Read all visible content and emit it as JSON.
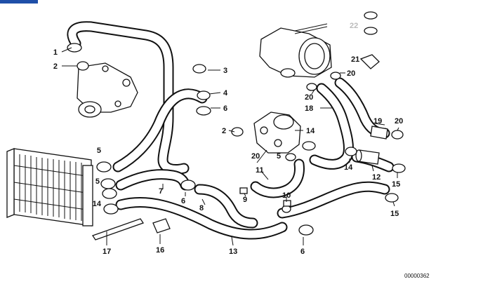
{
  "part_numbers": [
    "1",
    "2",
    "3",
    "4",
    "5",
    "6",
    "7",
    "8",
    "9",
    "10",
    "11",
    "12",
    "13",
    "14",
    "15",
    "16",
    "17",
    "18",
    "19",
    "20",
    "21",
    "22"
  ],
  "callouts": [
    {
      "id": "c1",
      "text": "1"
    },
    {
      "id": "c2a",
      "text": "2"
    },
    {
      "id": "c3",
      "text": "3"
    },
    {
      "id": "c4",
      "text": "4"
    },
    {
      "id": "c6a",
      "text": "6"
    },
    {
      "id": "c2b",
      "text": "2"
    },
    {
      "id": "c14a",
      "text": "14"
    },
    {
      "id": "c20a",
      "text": "20"
    },
    {
      "id": "c5a",
      "text": "5"
    },
    {
      "id": "c5b",
      "text": "5"
    },
    {
      "id": "c5c",
      "text": "5"
    },
    {
      "id": "c14b",
      "text": "14"
    },
    {
      "id": "c7",
      "text": "7"
    },
    {
      "id": "c6b",
      "text": "6"
    },
    {
      "id": "c8",
      "text": "8"
    },
    {
      "id": "c9",
      "text": "9"
    },
    {
      "id": "c11",
      "text": "11"
    },
    {
      "id": "c10",
      "text": "10"
    },
    {
      "id": "c17",
      "text": "17"
    },
    {
      "id": "c16",
      "text": "16"
    },
    {
      "id": "c13",
      "text": "13"
    },
    {
      "id": "c6c",
      "text": "6"
    },
    {
      "id": "c22",
      "text": "22"
    },
    {
      "id": "c21",
      "text": "21"
    },
    {
      "id": "c20b",
      "text": "20"
    },
    {
      "id": "c20c",
      "text": "20"
    },
    {
      "id": "c18",
      "text": "18"
    },
    {
      "id": "c19",
      "text": "19"
    },
    {
      "id": "c20d",
      "text": "20"
    },
    {
      "id": "c14c",
      "text": "14"
    },
    {
      "id": "c12",
      "text": "12"
    },
    {
      "id": "c15a",
      "text": "15"
    },
    {
      "id": "c15b",
      "text": "15"
    }
  ],
  "diagram_code": "00000362"
}
